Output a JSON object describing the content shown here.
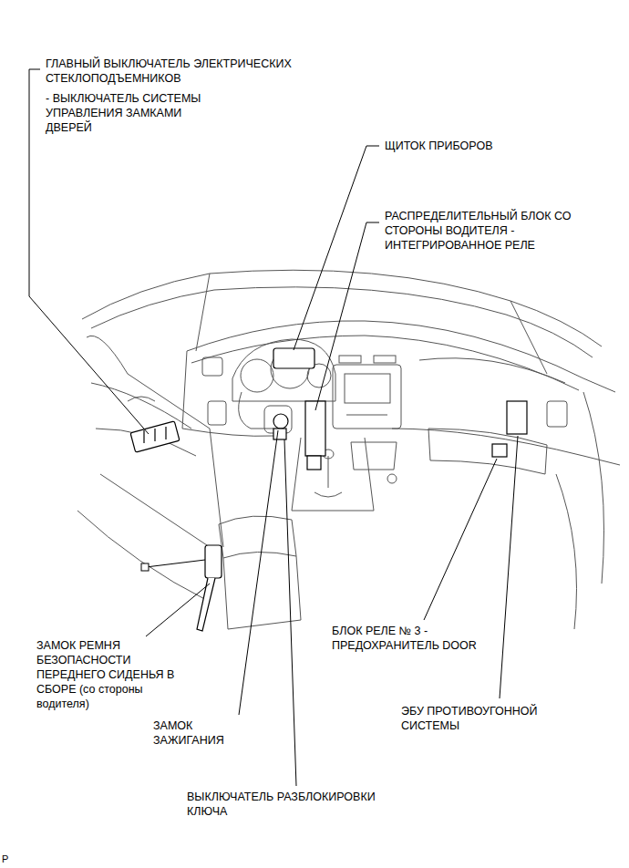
{
  "diagram": {
    "labels": [
      "ГЛАВНЫЙ ВЫКЛЮЧАТЕЛЬ ЭЛЕКТРИЧЕСКИХ СТЕКЛОПОДЪЕМНИКОВ",
      "- ВЫКЛЮЧАТЕЛЬ СИСТЕМЫ УПРАВЛЕНИЯ ЗАМКАМИ ДВЕРЕЙ",
      "ЩИТОК ПРИБОРОВ",
      "РАСПРЕДЕЛИТЕЛЬНЫЙ БЛОК СО СТОРОНЫ ВОДИТЕЛЯ - ИНТЕГРИРОВАННОЕ РЕЛЕ",
      "ЗАМОК РЕМНЯ БЕЗОПАСНОСТИ ПЕРЕДНЕГО СИДЕНЬЯ В СБОРЕ (со стороны водителя)",
      "ЗАМОК ЗАЖИГАНИЯ",
      "ВЫКЛЮЧАТЕЛЬ РАЗБЛОКИРОВКИ КЛЮЧА",
      "БЛОК РЕЛЕ № 3 - ПРЕДОХРАНИТЕЛЬ DOOR",
      "ЭБУ ПРОТИВОУГОННОЙ СИСТЕМЫ",
      "P"
    ]
  }
}
